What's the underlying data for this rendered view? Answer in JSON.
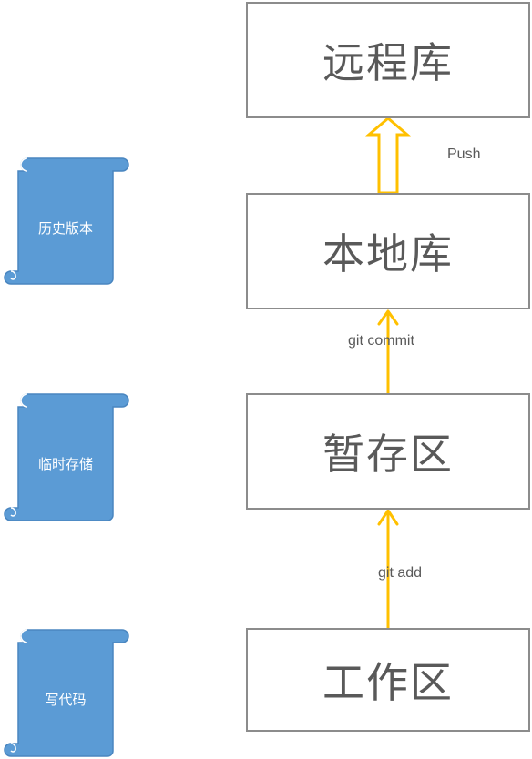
{
  "stages": {
    "remote": {
      "label": "远程库"
    },
    "local": {
      "label": "本地库"
    },
    "staging": {
      "label": "暂存区"
    },
    "workspace": {
      "label": "工作区"
    }
  },
  "edges": {
    "push": {
      "label": "Push"
    },
    "commit": {
      "label": "git commit"
    },
    "add": {
      "label": "git add"
    }
  },
  "annotations": {
    "history": {
      "label": "历史版本"
    },
    "temp_storage": {
      "label": "临时存储"
    },
    "write_code": {
      "label": "写代码"
    }
  },
  "colors": {
    "arrow": "#ffc000",
    "scroll_fill": "#5b9bd5",
    "scroll_stroke": "#4a86c0",
    "box_border": "#8c8c8c",
    "text": "#595959"
  }
}
